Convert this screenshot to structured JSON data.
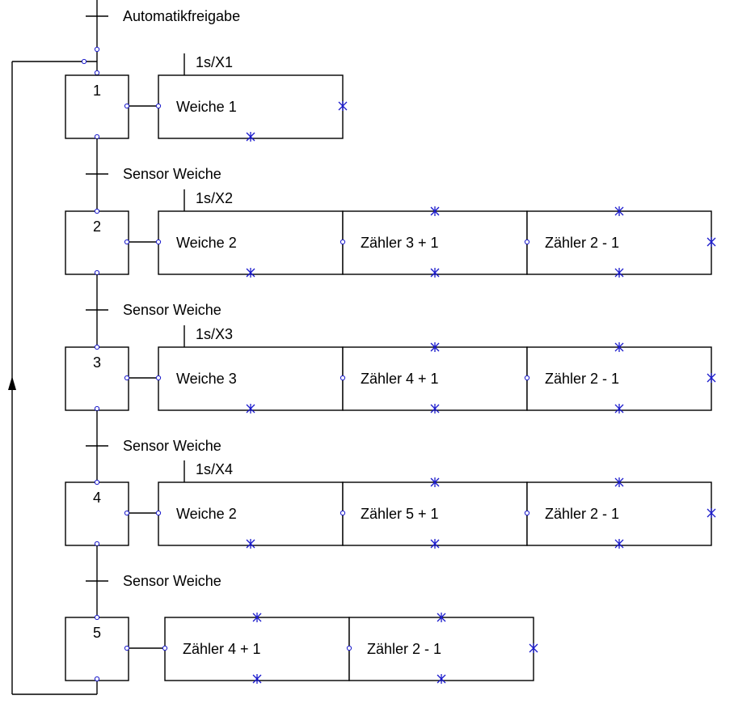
{
  "start_transition": "Automatikfreigabe",
  "colors": {
    "line": "#000000",
    "marker": "#1a1acc",
    "background": "#ffffff"
  },
  "steps": [
    {
      "number": "1",
      "timer": "1s/X1",
      "actions": [
        "Weiche 1"
      ]
    },
    {
      "number": "2",
      "timer": "1s/X2",
      "actions": [
        "Weiche 2",
        "Zähler 3 + 1",
        "Zähler 2 - 1"
      ]
    },
    {
      "number": "3",
      "timer": "1s/X3",
      "actions": [
        "Weiche 3",
        "Zähler 4 + 1",
        "Zähler 2 - 1"
      ]
    },
    {
      "number": "4",
      "timer": "1s/X4",
      "actions": [
        "Weiche 2",
        "Zähler 5 + 1",
        "Zähler 2 - 1"
      ]
    },
    {
      "number": "5",
      "timer": "",
      "actions": [
        "Zähler 4 + 1",
        "Zähler 2 - 1"
      ]
    }
  ],
  "transitions": [
    "Sensor Weiche",
    "Sensor Weiche",
    "Sensor Weiche",
    "Sensor Weiche"
  ]
}
